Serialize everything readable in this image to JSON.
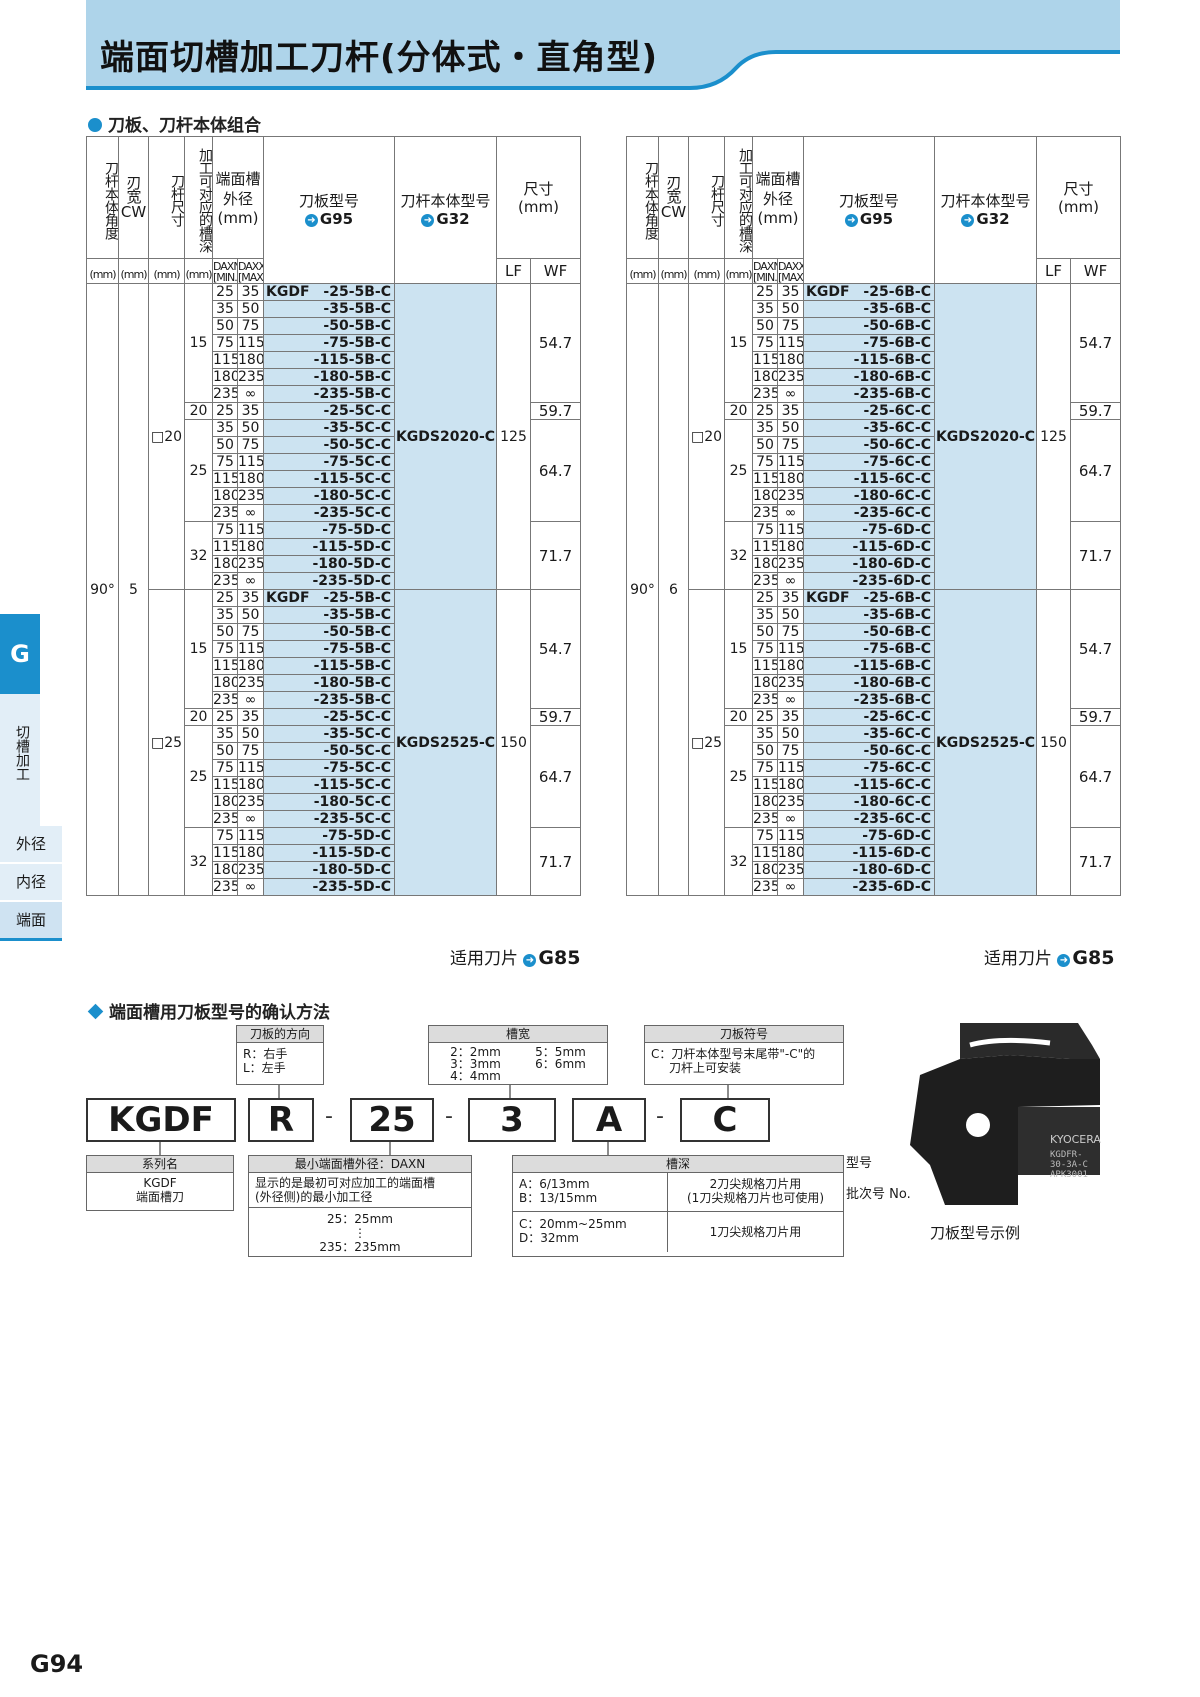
{
  "header": {
    "title": "端面切槽加工刀杆(分体式・直角型)"
  },
  "section1": {
    "title": "刀板、刀杆本体组合"
  },
  "table_headers": {
    "angle": "刀杆本体角度",
    "cw": "刃宽",
    "cw_sym": "CW",
    "shank": "刀杆尺寸",
    "depth": "加工可对应的槽深",
    "diam": "端面槽外径",
    "diam_unit": "(mm)",
    "daxn": "DAXN",
    "daxx": "DAXX",
    "min": "[MIN.]",
    "max": "[MAX.]",
    "blade_model": "刀板型号",
    "blade_ref": "G95",
    "holder_model": "刀杆本体型号",
    "holder_ref": "G32",
    "dims": "尺寸",
    "dims_unit": "(mm)",
    "lf": "LF",
    "wf": "WF",
    "mm": "(mm)"
  },
  "left_table": {
    "angle": "90°",
    "cw": "5",
    "groups": [
      {
        "shank": "□20",
        "holder": "KGDS",
        "holder_suffix": "2020-C",
        "lf": "125",
        "sub": [
          {
            "depth": "15",
            "wf": "54.7",
            "rows": [
              [
                "25",
                "35",
                "KGDF",
                "-25-5B-C"
              ],
              [
                "35",
                "50",
                "",
                "-35-5B-C"
              ],
              [
                "50",
                "75",
                "",
                "-50-5B-C"
              ],
              [
                "75",
                "115",
                "",
                "-75-5B-C"
              ],
              [
                "115",
                "180",
                "",
                "-115-5B-C"
              ],
              [
                "180",
                "235",
                "",
                "-180-5B-C"
              ],
              [
                "235",
                "∞",
                "",
                "-235-5B-C"
              ]
            ]
          },
          {
            "depth": "20",
            "wf": "59.7",
            "rows": [
              [
                "25",
                "35",
                "",
                "-25-5C-C"
              ]
            ]
          },
          {
            "depth": "25",
            "wf": "64.7",
            "rows": [
              [
                "35",
                "50",
                "",
                "-35-5C-C"
              ],
              [
                "50",
                "75",
                "",
                "-50-5C-C"
              ],
              [
                "75",
                "115",
                "",
                "-75-5C-C"
              ],
              [
                "115",
                "180",
                "",
                "-115-5C-C"
              ],
              [
                "180",
                "235",
                "",
                "-180-5C-C"
              ],
              [
                "235",
                "∞",
                "",
                "-235-5C-C"
              ]
            ]
          },
          {
            "depth": "32",
            "wf": "71.7",
            "rows": [
              [
                "75",
                "115",
                "",
                "-75-5D-C"
              ],
              [
                "115",
                "180",
                "",
                "-115-5D-C"
              ],
              [
                "180",
                "235",
                "",
                "-180-5D-C"
              ],
              [
                "235",
                "∞",
                "",
                "-235-5D-C"
              ]
            ]
          }
        ]
      },
      {
        "shank": "□25",
        "holder": "KGDS",
        "holder_suffix": "2525-C",
        "lf": "150",
        "sub": [
          {
            "depth": "15",
            "wf": "54.7",
            "rows": [
              [
                "25",
                "35",
                "KGDF",
                "-25-5B-C"
              ],
              [
                "35",
                "50",
                "",
                "-35-5B-C"
              ],
              [
                "50",
                "75",
                "",
                "-50-5B-C"
              ],
              [
                "75",
                "115",
                "",
                "-75-5B-C"
              ],
              [
                "115",
                "180",
                "",
                "-115-5B-C"
              ],
              [
                "180",
                "235",
                "",
                "-180-5B-C"
              ],
              [
                "235",
                "∞",
                "",
                "-235-5B-C"
              ]
            ]
          },
          {
            "depth": "20",
            "wf": "59.7",
            "rows": [
              [
                "25",
                "35",
                "",
                "-25-5C-C"
              ]
            ]
          },
          {
            "depth": "25",
            "wf": "64.7",
            "rows": [
              [
                "35",
                "50",
                "",
                "-35-5C-C"
              ],
              [
                "50",
                "75",
                "",
                "-50-5C-C"
              ],
              [
                "75",
                "115",
                "",
                "-75-5C-C"
              ],
              [
                "115",
                "180",
                "",
                "-115-5C-C"
              ],
              [
                "180",
                "235",
                "",
                "-180-5C-C"
              ],
              [
                "235",
                "∞",
                "",
                "-235-5C-C"
              ]
            ]
          },
          {
            "depth": "32",
            "wf": "71.7",
            "rows": [
              [
                "75",
                "115",
                "",
                "-75-5D-C"
              ],
              [
                "115",
                "180",
                "",
                "-115-5D-C"
              ],
              [
                "180",
                "235",
                "",
                "-180-5D-C"
              ],
              [
                "235",
                "∞",
                "",
                "-235-5D-C"
              ]
            ]
          }
        ]
      }
    ]
  },
  "right_table": {
    "angle": "90°",
    "cw": "6",
    "groups": [
      {
        "shank": "□20",
        "holder": "KGDS",
        "holder_suffix": "2020-C",
        "lf": "125",
        "sub": [
          {
            "depth": "15",
            "wf": "54.7",
            "rows": [
              [
                "25",
                "35",
                "KGDF",
                "-25-6B-C"
              ],
              [
                "35",
                "50",
                "",
                "-35-6B-C"
              ],
              [
                "50",
                "75",
                "",
                "-50-6B-C"
              ],
              [
                "75",
                "115",
                "",
                "-75-6B-C"
              ],
              [
                "115",
                "180",
                "",
                "-115-6B-C"
              ],
              [
                "180",
                "235",
                "",
                "-180-6B-C"
              ],
              [
                "235",
                "∞",
                "",
                "-235-6B-C"
              ]
            ]
          },
          {
            "depth": "20",
            "wf": "59.7",
            "rows": [
              [
                "25",
                "35",
                "",
                "-25-6C-C"
              ]
            ]
          },
          {
            "depth": "25",
            "wf": "64.7",
            "rows": [
              [
                "35",
                "50",
                "",
                "-35-6C-C"
              ],
              [
                "50",
                "75",
                "",
                "-50-6C-C"
              ],
              [
                "75",
                "115",
                "",
                "-75-6C-C"
              ],
              [
                "115",
                "180",
                "",
                "-115-6C-C"
              ],
              [
                "180",
                "235",
                "",
                "-180-6C-C"
              ],
              [
                "235",
                "∞",
                "",
                "-235-6C-C"
              ]
            ]
          },
          {
            "depth": "32",
            "wf": "71.7",
            "rows": [
              [
                "75",
                "115",
                "",
                "-75-6D-C"
              ],
              [
                "115",
                "180",
                "",
                "-115-6D-C"
              ],
              [
                "180",
                "235",
                "",
                "-180-6D-C"
              ],
              [
                "235",
                "∞",
                "",
                "-235-6D-C"
              ]
            ]
          }
        ]
      },
      {
        "shank": "□25",
        "holder": "KGDS",
        "holder_suffix": "2525-C",
        "lf": "150",
        "sub": [
          {
            "depth": "15",
            "wf": "54.7",
            "rows": [
              [
                "25",
                "35",
                "KGDF",
                "-25-6B-C"
              ],
              [
                "35",
                "50",
                "",
                "-35-6B-C"
              ],
              [
                "50",
                "75",
                "",
                "-50-6B-C"
              ],
              [
                "75",
                "115",
                "",
                "-75-6B-C"
              ],
              [
                "115",
                "180",
                "",
                "-115-6B-C"
              ],
              [
                "180",
                "235",
                "",
                "-180-6B-C"
              ],
              [
                "235",
                "∞",
                "",
                "-235-6B-C"
              ]
            ]
          },
          {
            "depth": "20",
            "wf": "59.7",
            "rows": [
              [
                "25",
                "35",
                "",
                "-25-6C-C"
              ]
            ]
          },
          {
            "depth": "25",
            "wf": "64.7",
            "rows": [
              [
                "35",
                "50",
                "",
                "-35-6C-C"
              ],
              [
                "50",
                "75",
                "",
                "-50-6C-C"
              ],
              [
                "75",
                "115",
                "",
                "-75-6C-C"
              ],
              [
                "115",
                "180",
                "",
                "-115-6C-C"
              ],
              [
                "180",
                "235",
                "",
                "-180-6C-C"
              ],
              [
                "235",
                "∞",
                "",
                "-235-6C-C"
              ]
            ]
          },
          {
            "depth": "32",
            "wf": "71.7",
            "rows": [
              [
                "75",
                "115",
                "",
                "-75-6D-C"
              ],
              [
                "115",
                "180",
                "",
                "-115-6D-C"
              ],
              [
                "180",
                "235",
                "",
                "-180-6D-C"
              ],
              [
                "235",
                "∞",
                "",
                "-235-6D-C"
              ]
            ]
          }
        ]
      }
    ]
  },
  "applicable": {
    "label": "适用刀片",
    "ref": "G85"
  },
  "section2": {
    "title": "端面槽用刀板型号的确认方法"
  },
  "decoder": {
    "codes": [
      "KGDF",
      "R",
      "25",
      "3",
      "A",
      "C"
    ],
    "dash": "-",
    "direction": {
      "title": "刀板的方向",
      "l1": "R：右手",
      "l2": "L：左手"
    },
    "width": {
      "title": "槽宽",
      "l1": "2：2mm",
      "l2": "3：3mm",
      "l3": "4：4mm",
      "r1": "5：5mm",
      "r2": "6：6mm"
    },
    "symbol": {
      "title": "刀板符号",
      "l1": "C：刀杆本体型号末尾带\"-C\"的",
      "l2": "刀杆上可安装"
    },
    "series": {
      "title": "系列名",
      "l1": "KGDF",
      "l2": "端面槽刀"
    },
    "mindiam": {
      "title": "最小端面槽外径：DAXN",
      "l1": "显示的是最初可对应加工的端面槽",
      "l2": "(外径侧)的最小加工径",
      "v1": "25：25mm",
      "v2": "235：235mm",
      "dots": "⋮"
    },
    "depth": {
      "title": "槽深",
      "a": "A：6/13mm",
      "b": "B：13/15mm",
      "ab": "2刀尖规格刀片用",
      "ab2": "(1刀尖规格刀片也可使用)",
      "c": "C：20mm~25mm",
      "d": "D：32mm",
      "cd": "1刀尖规格刀片用"
    }
  },
  "photo": {
    "brand": "KYOCERA",
    "marking": "KGDFR-",
    "marking2": "30-3A-C",
    "lot": "APK3001",
    "label_model": "型号",
    "label_lot": "批次号 No.",
    "caption": "刀板型号示例"
  },
  "side_tabs": {
    "g": "G",
    "cut": "切槽加工",
    "outer": "外径",
    "inner": "内径",
    "face": "端面"
  },
  "page_number": "G94",
  "colors": {
    "accent": "#1b8fcc",
    "header_band": "#aed4ea",
    "table_blue": "#cce3f1"
  }
}
